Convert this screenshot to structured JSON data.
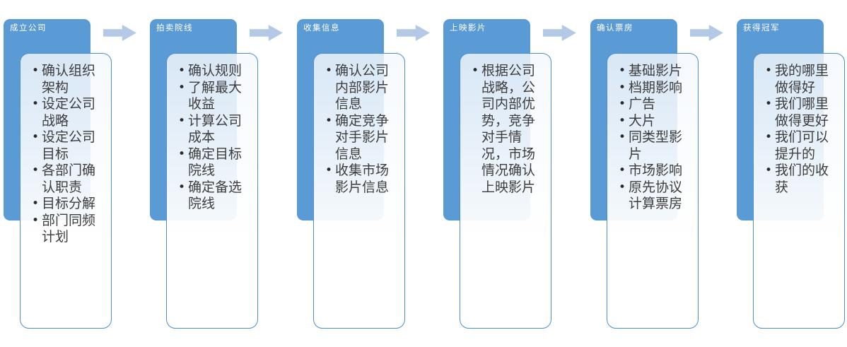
{
  "diagram": {
    "type": "process-flow",
    "colors": {
      "stage_header_fill": "#5B9BD5",
      "content_card_border": "#4E8FCE",
      "arrow_fill": "#B4C9E6",
      "header_text": "#FFFFFF",
      "body_text": "#3D3D3D"
    },
    "stages": [
      {
        "title": "成立公司",
        "bullets": [
          "确认组织架构",
          "设定公司战略",
          "设定公司目标",
          "各部门确认职责",
          "目标分解",
          "部门同频计划"
        ]
      },
      {
        "title": "拍卖院线",
        "bullets": [
          "确认规则",
          "了解最大收益",
          "计算公司成本",
          "确定目标院线",
          "确定备选院线"
        ]
      },
      {
        "title": "收集信息",
        "bullets": [
          "确认公司内部影片信息",
          "确定竞争对手影片信息",
          "收集市场影片信息"
        ]
      },
      {
        "title": "上映影片",
        "bullets": [
          "根据公司战略，公司内部优势，竞争对手情况，市场情况确认上映影片"
        ]
      },
      {
        "title": "确认票房",
        "bullets": [
          "基础影片",
          "档期影响",
          "广告",
          "大片",
          "同类型影片",
          "市场影响",
          "原先协议计算票房"
        ]
      },
      {
        "title": "获得冠军",
        "bullets": [
          "我的哪里做得好",
          "我们哪里做得更好",
          "我们可以提升的",
          "我们的收获"
        ]
      }
    ]
  }
}
